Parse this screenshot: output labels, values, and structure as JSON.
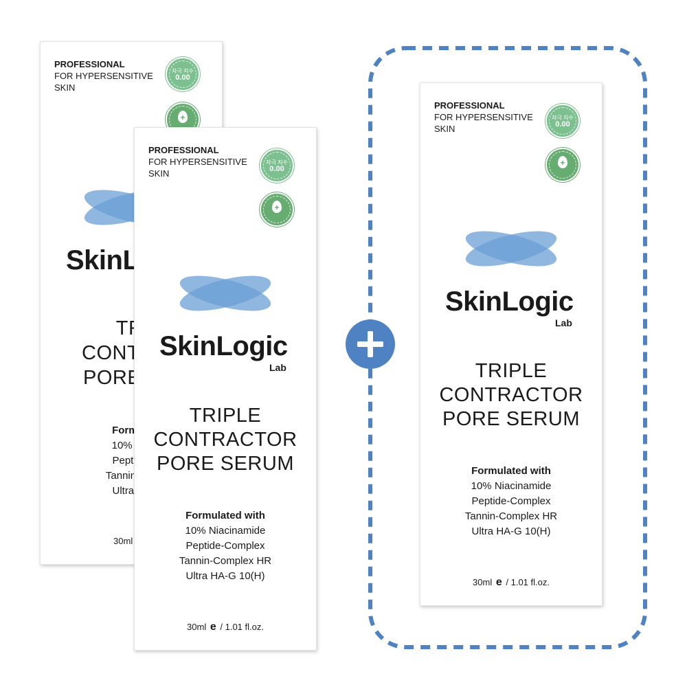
{
  "product": {
    "header_line1": "PROFESSIONAL",
    "header_line2": "FOR HYPERSENSITIVE",
    "header_line3": "SKIN",
    "badge_irritation_label": "자극 지수",
    "badge_irritation_value": "0.00",
    "brand_name": "SkinLogic",
    "brand_sub": "Lab",
    "title_line1": "TRIPLE",
    "title_line2": "CONTRACTOR",
    "title_line3": "PORE SERUM",
    "formulated_heading": "Formulated with",
    "ingredient1": "10% Niacinamide",
    "ingredient2": "Peptide-Complex",
    "ingredient3": "Tannin-Complex HR",
    "ingredient4": "Ultra HA-G 10(H)",
    "volume_ml": "30ml",
    "volume_oz": "/ 1.01 fl.oz.",
    "estimate_symbol": "e"
  },
  "colors": {
    "logo_blue": "#6b9fd6",
    "badge_green": "#7cc08f",
    "badge_green_dark": "#67ad72",
    "accent_blue": "#4f82c2",
    "dash_blue": "#4f82c2"
  },
  "icons": {
    "badge1": "irritation-index-badge-icon",
    "badge2": "clinically-tested-badge-icon",
    "logo": "crossed-ellipses-logo-icon",
    "plus": "plus-icon"
  }
}
